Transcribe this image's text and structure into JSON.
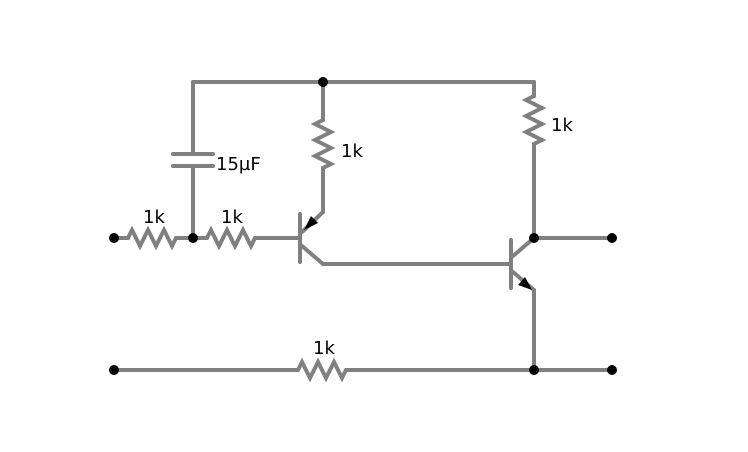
{
  "components": {
    "r_input_1": "1k",
    "r_input_2": "1k",
    "c_decoupling": "15µF",
    "r_collector_q1": "1k",
    "r_collector_q2": "1k",
    "r_feedback": "1k"
  },
  "colors": {
    "wire": "#808080",
    "node": "#000000",
    "background": "#ffffff"
  }
}
